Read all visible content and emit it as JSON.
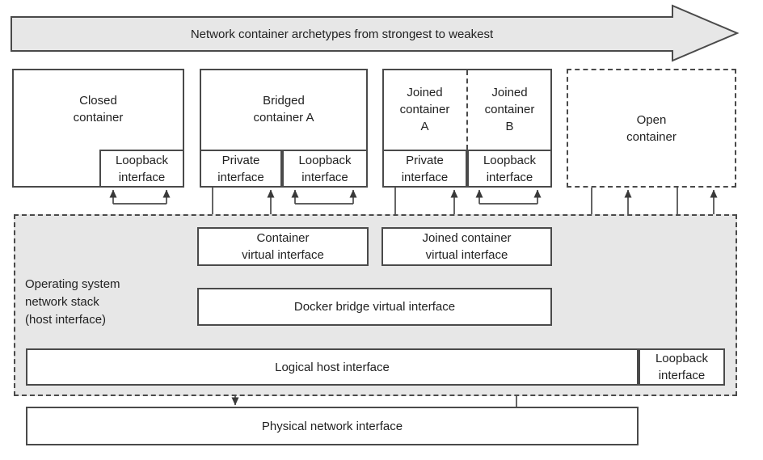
{
  "banner": {
    "label": "Network container archetypes from strongest to weakest"
  },
  "containers": {
    "closed": {
      "title": "Closed\ncontainer",
      "loopback": "Loopback\ninterface"
    },
    "bridged": {
      "title": "Bridged\ncontainer A",
      "private": "Private\ninterface",
      "loopback": "Loopback\ninterface"
    },
    "joined": {
      "title_a": "Joined\ncontainer\nA",
      "title_b": "Joined\ncontainer\nB",
      "private": "Private\ninterface",
      "loopback": "Loopback\ninterface"
    },
    "open": {
      "title": "Open\ncontainer"
    }
  },
  "os_stack": {
    "label": "Operating system\nnetwork stack\n(host interface)",
    "container_vi": "Container\nvirtual interface",
    "joined_vi": "Joined container\nvirtual interface",
    "bridge": "Docker bridge virtual interface",
    "logical_host": "Logical host interface",
    "loopback": "Loopback\ninterface"
  },
  "physical": {
    "label": "Physical network interface"
  },
  "colors": {
    "fill_gray": "#e7e7e7",
    "stroke": "#4a4a4a",
    "text": "#222222"
  }
}
